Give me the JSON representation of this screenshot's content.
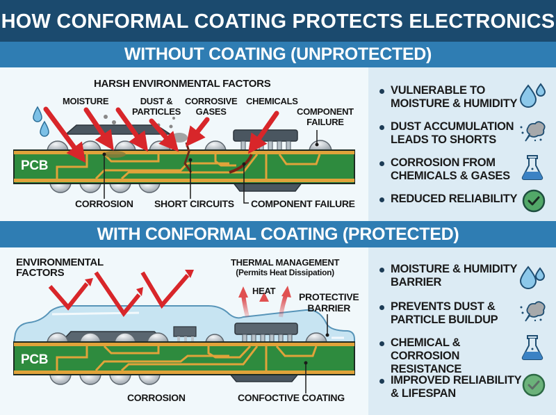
{
  "title": "HOW CONFORMAL COATING PROTECTS ELECTRONICS",
  "colors": {
    "title_bg": "#1b4a6e",
    "banner_bg": "#2f7db3",
    "pcb_green": "#2e8b3e",
    "trace_orange": "#e0a33a",
    "arrow_red": "#d8262a",
    "coating_blue": "#bfe0f0",
    "panel_bg": "#dcebf4"
  },
  "unprotected": {
    "banner": "WITHOUT COATING (UNPROTECTED)",
    "diagram": {
      "heading": "HARSH ENVIRONMENTAL FACTORS",
      "factors": [
        "MOISTURE",
        "DUST &",
        "PARTICLES",
        "CORROSIVE",
        "GASES",
        "CHEMICALS"
      ],
      "component_failure_top": [
        "COMPONENT",
        "FAILURE"
      ],
      "pcb_label": "PCB",
      "callouts": [
        "CORROSION",
        "SHORT CIRCUITS",
        "COMPONENT FAILURE"
      ]
    },
    "points": [
      {
        "text": "VULNERABLE TO MOISTURE & HUMIDITY",
        "icon": "water-drops-icon"
      },
      {
        "text": "DUST ACCUMULATION LEADS TO SHORTS",
        "icon": "dust-cloud-icon"
      },
      {
        "text": "CORROSION FROM CHEMICALS & GASES",
        "icon": "flask-icon"
      },
      {
        "text": "REDUCED RELIABILITY",
        "icon": "check-circle-icon"
      }
    ]
  },
  "protected": {
    "banner": "WITH CONFORMAL COATING (PROTECTED)",
    "diagram": {
      "env_factors": [
        "ENVIRONMENTAL",
        "FACTORS"
      ],
      "thermal_title": "THERMAL MANAGEMENT",
      "thermal_sub": "(Permits Heat Dissipation)",
      "heat": "HEAT",
      "barrier": [
        "PROTECTIVE",
        "BARRIER"
      ],
      "pcb_label": "PCB",
      "callouts": [
        "CORROSION",
        "CONFOCTIVE COATING"
      ]
    },
    "points": [
      {
        "text": "MOISTURE & HUMIDITY BARRIER",
        "icon": "water-drops-icon"
      },
      {
        "text": "PREVENTS DUST & PARTICLE BUILDUP",
        "icon": "dust-cloud-icon"
      },
      {
        "text": "CHEMICAL & CORROSION RESISTANCE",
        "icon": "flask-icon"
      },
      {
        "text": "IMPROVED RELIABILITY & LIFESPAN",
        "icon": "check-circle-icon"
      }
    ]
  }
}
